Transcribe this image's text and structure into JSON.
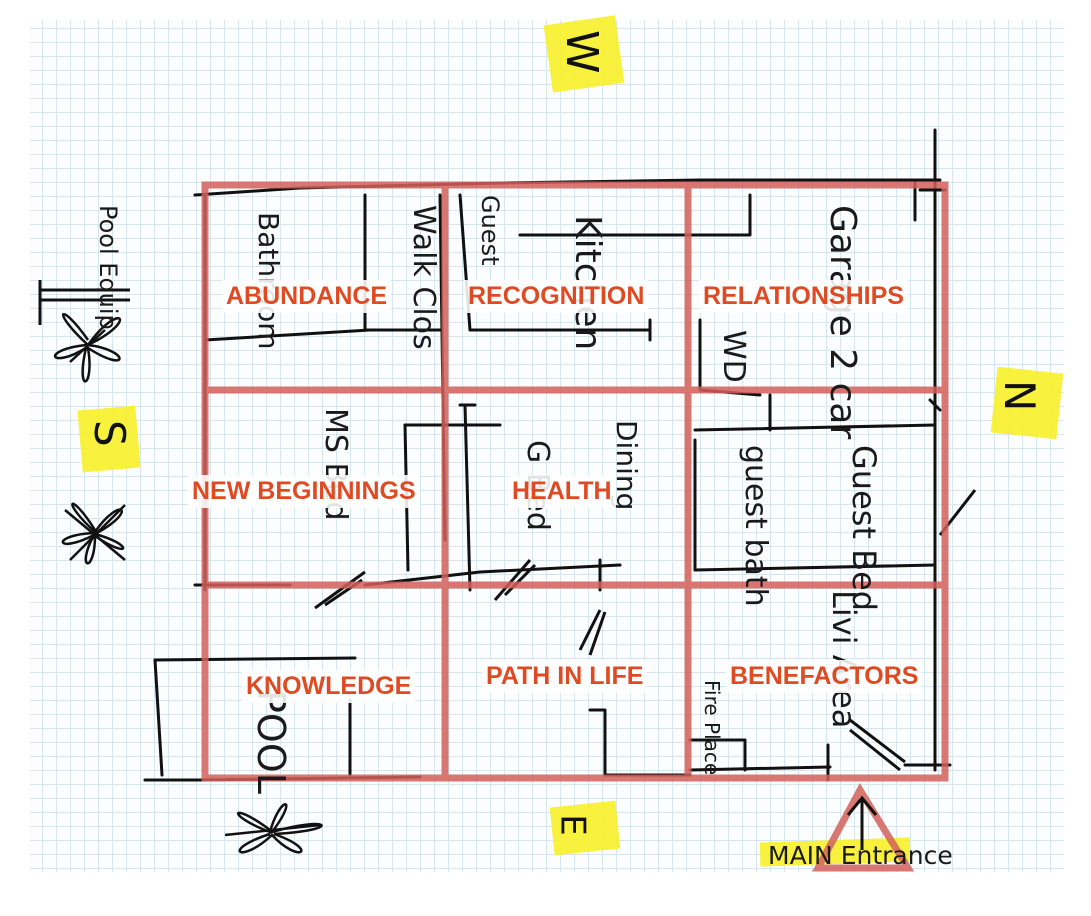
{
  "zones": {
    "abundance": "ABUNDANCE",
    "recognition": "RECOGNITION",
    "relationships": "RELATIONSHIPS",
    "new_beginnings": "NEW BEGINNINGS",
    "health": "HEALTH",
    "knowledge": "KNOWLEDGE",
    "path_in_life": "PATH IN LIFE",
    "benefactors": "BENEFACTORS"
  },
  "rooms": {
    "pool_equip": "Pool Equip",
    "bathroom": "Bathroom",
    "walk_closet": "Walk Clos",
    "guest": "Guest",
    "kitchen": "Kitchen",
    "garage": "Garage 2 car",
    "wd": "WD",
    "master_bed": "MS Bed",
    "guest_bed_center": "G Bed",
    "dining": "Dining",
    "guest_bath": "guest bath",
    "guest_bed": "Guest Bed",
    "living_area": "Livi Area",
    "fire_place": "Fire Place",
    "pool": "POOL"
  },
  "compass": {
    "top": "W",
    "right": "N",
    "left": "S",
    "bottom": "E"
  },
  "entrance": "MAIN Entrance",
  "colors": {
    "grid_red": "#d2605a",
    "label_red": "#e04a22",
    "ink": "#111111",
    "highlight": "#f7ef28"
  }
}
